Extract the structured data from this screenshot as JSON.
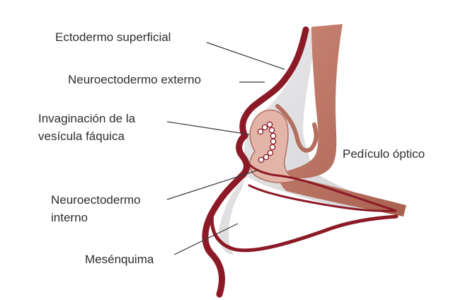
{
  "labels": {
    "ectodermo_superficial": "Ectodermo superficial",
    "neuroectodermo_externo": "Neuroectodermo externo",
    "invaginacion_line1": "Invaginación de la",
    "invaginacion_line2": "vesícula fáquica",
    "pediculo_optico": "Pedículo óptico",
    "neuroectodermo_interno_line1": "Neuroectodermo",
    "neuroectodermo_interno_line2": "interno",
    "mesenquima": "Mesénquima"
  },
  "colors": {
    "ectoderm_red": "#8c1a26",
    "optic_stalk_brown": "#b4705e",
    "lens_pink": "#e3b4a8",
    "mesenchyme_gray": "#dcdcdf",
    "leader_line": "#3a3a3a",
    "text": "#2e2e2e"
  }
}
